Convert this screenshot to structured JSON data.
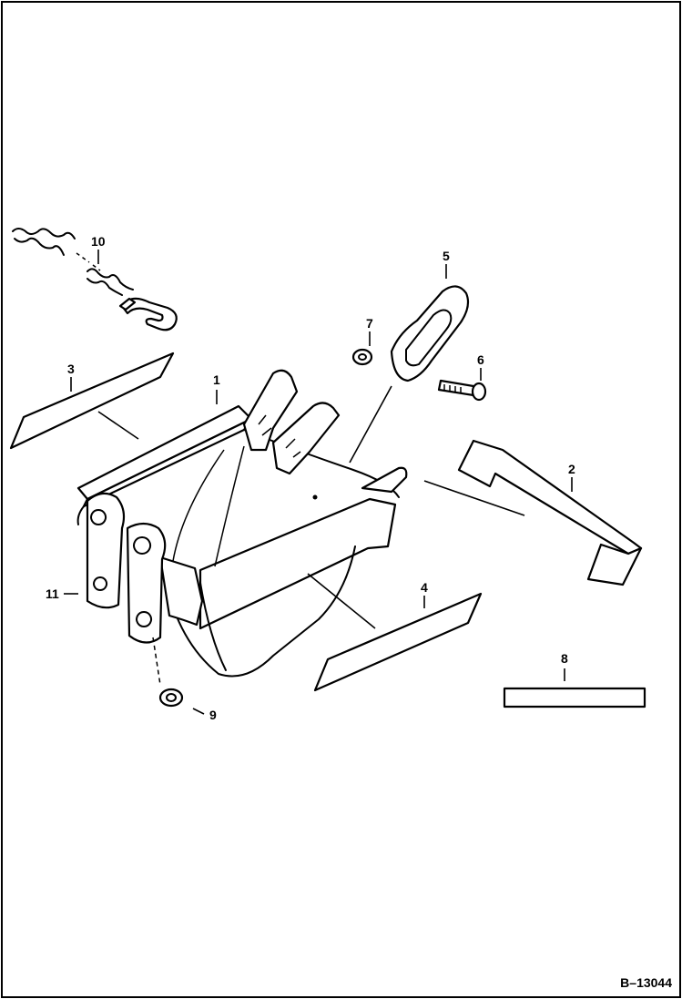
{
  "figure_code": "B–13044",
  "callouts": {
    "c1": "1",
    "c2": "2",
    "c3": "3",
    "c4": "4",
    "c5": "5",
    "c6": "6",
    "c7": "7",
    "c8": "8",
    "c9": "9",
    "c10": "10",
    "c11": "11"
  }
}
